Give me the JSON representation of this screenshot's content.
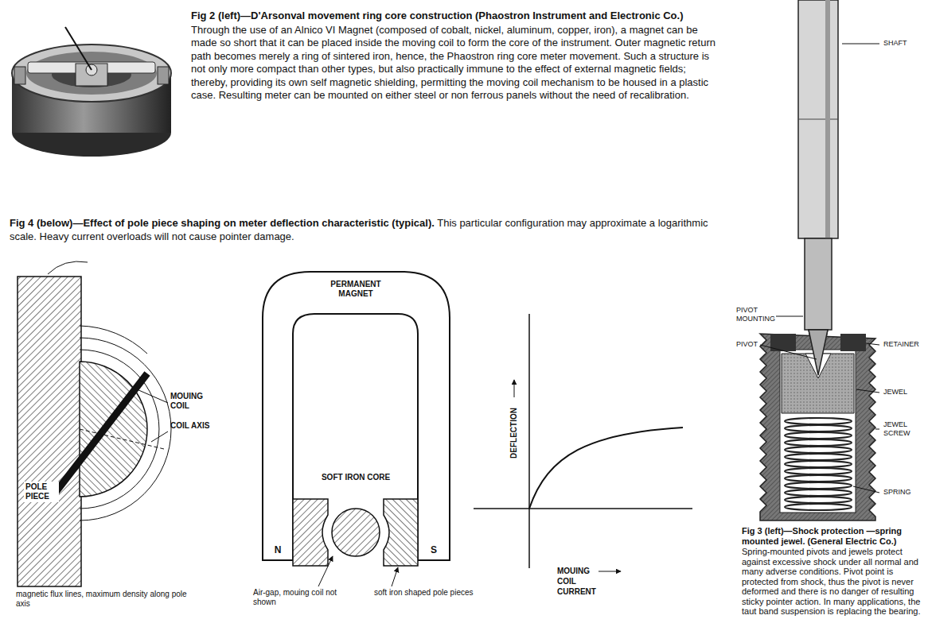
{
  "diagram": {
    "labels": [
      "Fig 2 (left)—D'Arsonval movement ring core construction (Phaostron Instrument and Electronic Co.)",
      "Through the use of an Alnico VI Magnet (composed of cobalt, nickel, aluminum, copper, iron), a magnet can be made so short that it can be placed inside the moving coil to form the core of the instrument. Outer magnetic return path becomes merely a ring of sintered iron, hence, the Phaostron ring core meter movement. Such a structure is not only more compact than other types, but also practically immune to the effect of external magnetic fields; thereby, providing its own self magnetic shielding, permitting the moving coil mechanism to be housed in a plastic case. Resulting meter can be mounted on either steel or non ferrous panels without the need of recalibration.",
      "Fig 4 (below)—Effect of pole piece shaping on meter deflection characteristic (typical).",
      "This particular configuration may approximate a logarithmic scale. Heavy current overloads will not cause pointer damage.",
      "SHAFT",
      "PIVOT MOUNTING",
      "PIVOT",
      "RETAINER",
      "JEWEL",
      "JEWEL SCREW",
      "SPRING",
      "Fig 3 (left)—Shock protection —spring mounted jewel. (General Electric Co.)",
      "Spring-mounted pivots and jewels protect against excessive shock under all normal and many adverse conditions. Pivot point is protected from shock, thus the pivot is never deformed and there is no danger of resulting sticky pointer action. In many applications, the taut band suspension is replacing the bearing.",
      "MOUING COIL",
      "COIL AXIS",
      "POLE PIECE",
      "magnetic flux lines, maximum density along pole axis",
      "PERMANENT MAGNET",
      "SOFT IRON CORE",
      "N",
      "S",
      "Air-gap, mouing coil not shown",
      "soft iron shaped pole pieces",
      "DEFLECTION",
      "MOUING COIL CURRENT"
    ]
  }
}
